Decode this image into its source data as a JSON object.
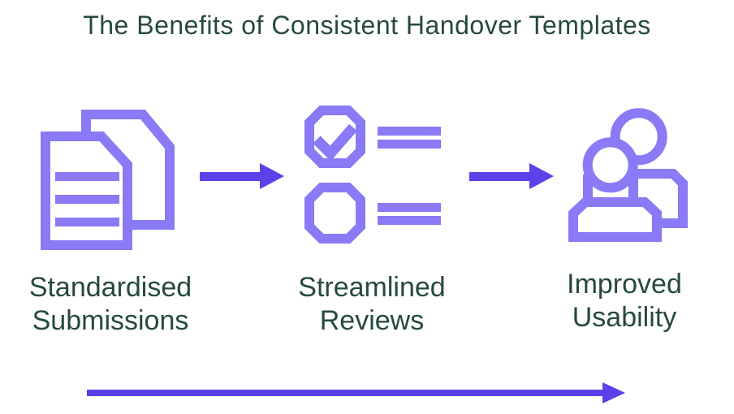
{
  "title": "The Benefits of Consistent Handover Templates",
  "colors": {
    "accent_light": "#8A7AF5",
    "accent_dark": "#5C41E8",
    "text_green": "#264A3C",
    "background": "#FFFFFF"
  },
  "steps": [
    {
      "icon": "documents-icon",
      "label_line1": "Standardised",
      "label_line2": "Submissions"
    },
    {
      "icon": "checklist-icon",
      "label_line1": "Streamlined",
      "label_line2": "Reviews"
    },
    {
      "icon": "people-icon",
      "label_line1": "Improved",
      "label_line2": "Usability"
    }
  ],
  "arrows": {
    "between_steps_count": 2,
    "bottom_flow_arrow": "left-to-right"
  }
}
